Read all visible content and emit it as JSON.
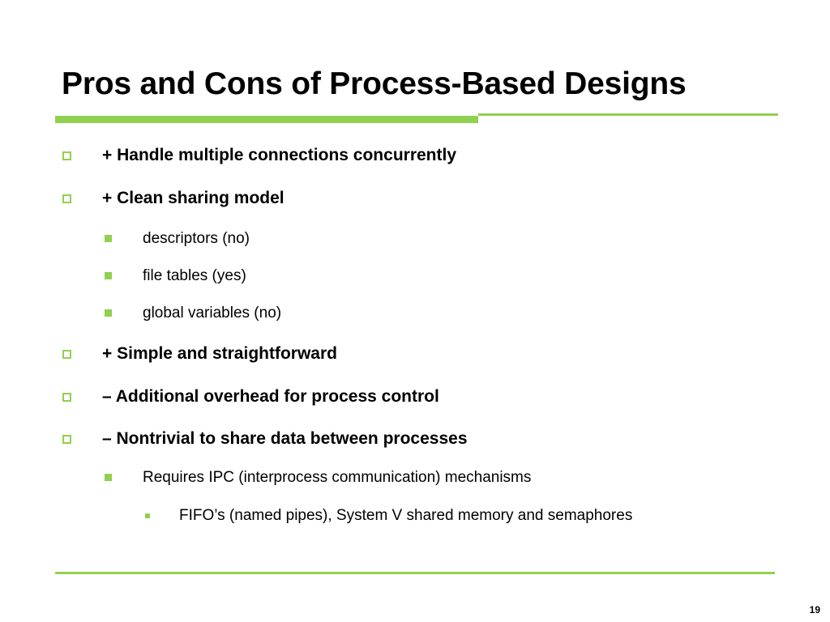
{
  "slide": {
    "title": "Pros and Cons of Process-Based Designs",
    "page_number": "19",
    "accent_color": "#92d050",
    "bullets": [
      {
        "level": 1,
        "icon": "hollow-square-bullet-icon",
        "text": "+ Handle multiple connections concurrently"
      },
      {
        "level": 1,
        "icon": "hollow-square-bullet-icon",
        "text": "+ Clean sharing model"
      },
      {
        "level": 2,
        "icon": "solid-square-bullet-icon",
        "text": "descriptors (no)"
      },
      {
        "level": 2,
        "icon": "solid-square-bullet-icon",
        "text": "file tables (yes)"
      },
      {
        "level": 2,
        "icon": "solid-square-bullet-icon",
        "text": "global variables (no)"
      },
      {
        "level": 1,
        "icon": "hollow-square-bullet-icon",
        "text": "+ Simple and straightforward"
      },
      {
        "level": 1,
        "icon": "hollow-square-bullet-icon",
        "text": "– Additional overhead for process control"
      },
      {
        "level": 1,
        "icon": "hollow-square-bullet-icon",
        "text": "– Nontrivial to share data between processes"
      },
      {
        "level": 2,
        "icon": "solid-square-bullet-icon",
        "text": "Requires IPC (interprocess communication) mechanisms"
      },
      {
        "level": 3,
        "icon": "small-square-bullet-icon",
        "text": "FIFO’s (named pipes),  System V shared memory and semaphores"
      }
    ]
  }
}
